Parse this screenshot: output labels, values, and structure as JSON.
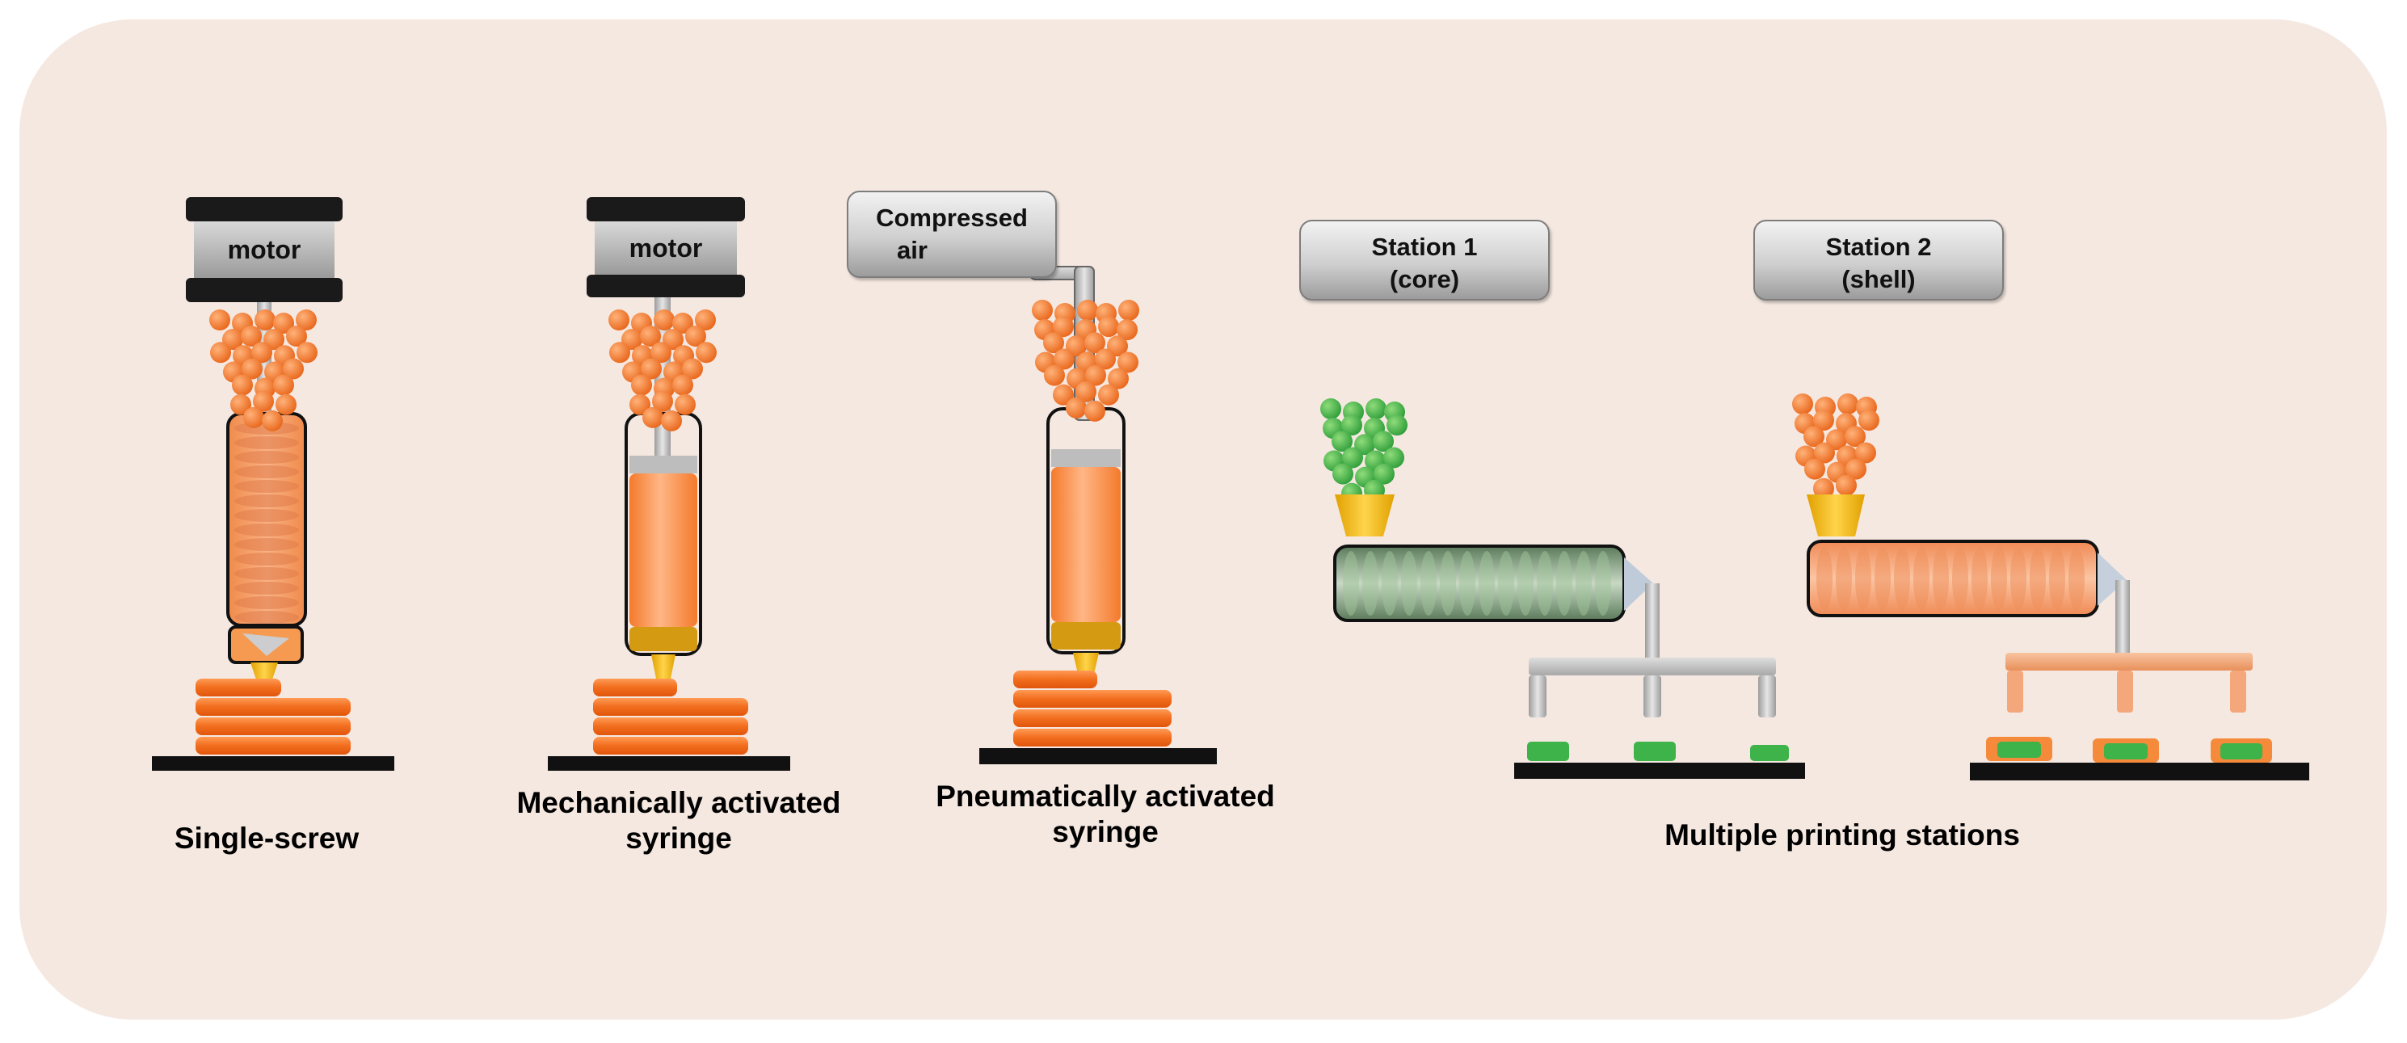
{
  "labels": {
    "single_screw": "Single-screw",
    "mech_line1": "Mechanically activated",
    "mech_line2": "syringe",
    "pneu_line1": "Pneumatically activated",
    "pneu_line2": "syringe",
    "multi": "Multiple printing stations"
  },
  "boxes": {
    "motor1": "motor",
    "motor2": "motor",
    "air_line1": "Compressed",
    "air_line2": "air",
    "station1_line1": "Station 1",
    "station1_line2": "(core)",
    "station2_line1": "Station 2",
    "station2_line2": "(shell)"
  },
  "colors": {
    "background": "#f5e8e1",
    "pellet_orange": "#f07a2a",
    "pellet_green": "#3db34a",
    "filament_orange": "#f47d2f",
    "nozzle_gold": "#f2b705",
    "base_black": "#111111",
    "frame_gray": "#b8b8b8"
  }
}
